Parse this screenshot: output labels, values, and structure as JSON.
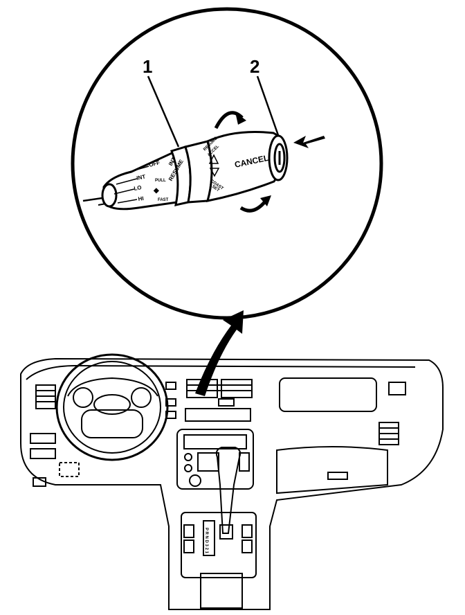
{
  "callouts": {
    "one": "1",
    "two": "2"
  },
  "stalk_labels": {
    "off": "OFF",
    "int": "INT",
    "lo": "LO",
    "hi": "HI",
    "pull": "PULL",
    "fast": "FAST",
    "int_resume": "INT",
    "resume": "RESUME",
    "resume_accel_top": "RESUME",
    "resume_accel_bottom": "ACCEL",
    "coast_top": "COAST",
    "coast_bottom": "SET",
    "cancel": "CANCEL"
  },
  "shift_indicator": "P R N D 3 2 1"
}
